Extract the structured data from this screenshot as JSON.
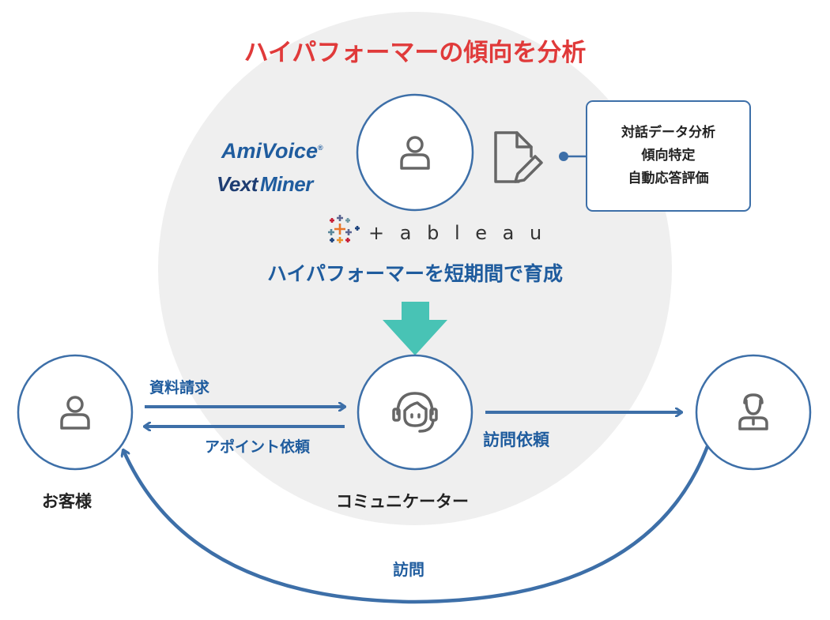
{
  "title": "ハイパフォーマーの傾向を分析",
  "subtitle": "ハイパフォーマーを短期間で育成",
  "logos": {
    "amivoice": "AmiVoice",
    "amivoice_mark": "®",
    "vextminer_1": "Vext",
    "vextminer_2": "Miner",
    "tableau": "+ a b l e a u"
  },
  "note_box": {
    "lines": [
      "対話データ分析",
      "傾向特定",
      "自動応答評価"
    ]
  },
  "nodes": {
    "customer": {
      "label": "お客様",
      "icon": "person-icon"
    },
    "communicator": {
      "label": "コミュニケーター",
      "icon": "headset-operator-icon"
    },
    "analyst": {
      "icon": "person-icon"
    },
    "visitor": {
      "icon": "salesperson-icon"
    }
  },
  "edges": {
    "document_request": "資料請求",
    "appointment_request": "アポイント依頼",
    "visit_request": "訪問依頼",
    "visit": "訪問"
  },
  "colors": {
    "title_red": "#e03a3a",
    "blue": "#3d6fa8",
    "dark_blue_text": "#1f5c9e",
    "background_circle": "#efefef",
    "teal_arrow": "#48c3b5",
    "icon_gray": "#666666",
    "vextminer_navy": "#1e3d72"
  }
}
